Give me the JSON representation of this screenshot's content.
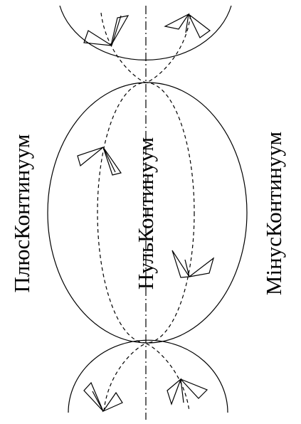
{
  "labels": {
    "left": "ПлюсКонтинуум",
    "center": "НульКонтинуум",
    "right": "МінусКонтинуум"
  },
  "colors": {
    "ink": "#000000",
    "background": "#ffffff"
  }
}
